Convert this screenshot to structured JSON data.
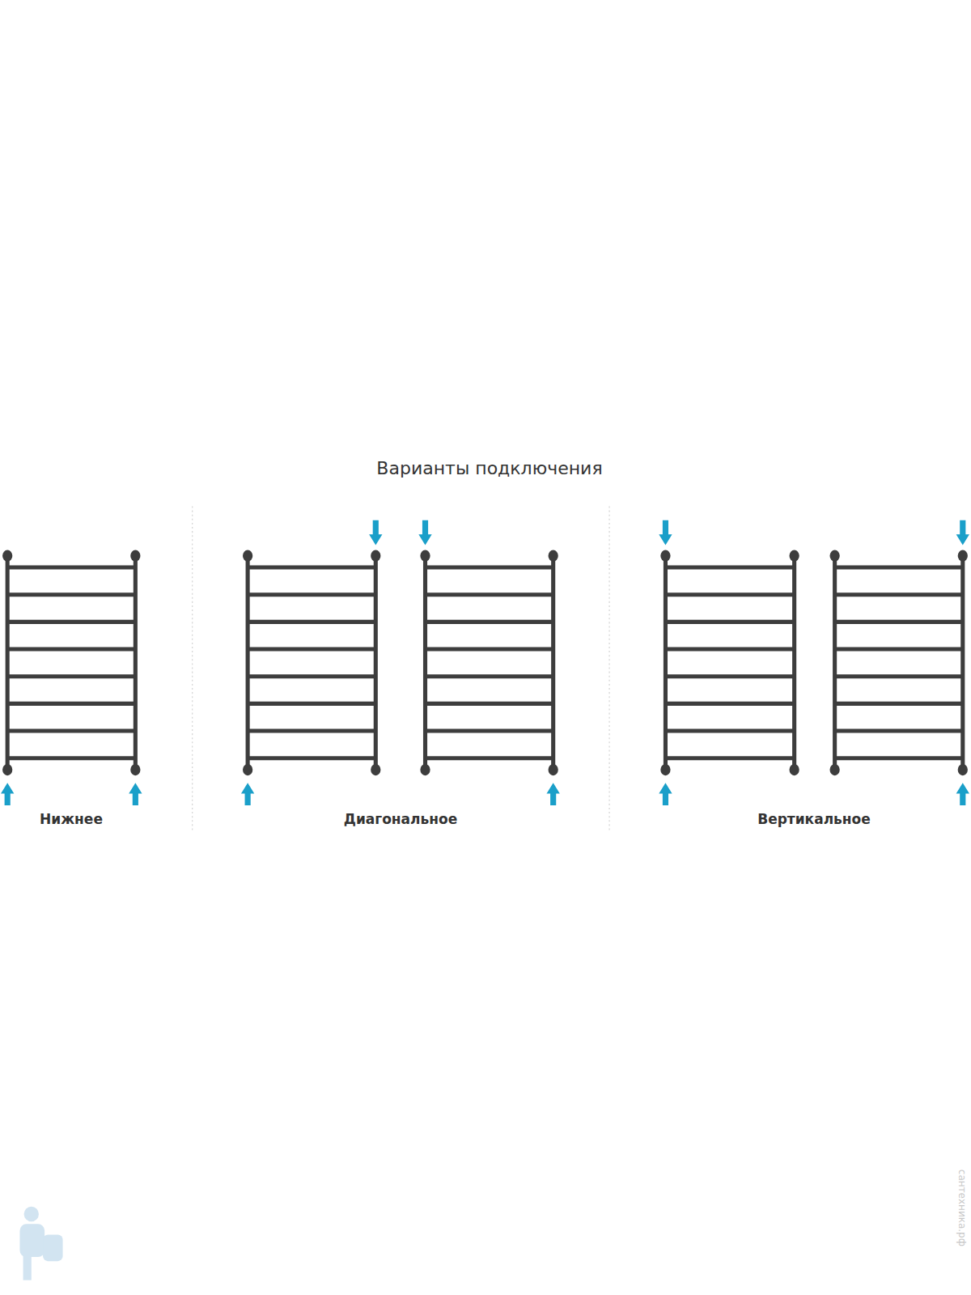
{
  "diagram": {
    "title": "Варианты подключения",
    "labels": [
      "Нижнее",
      "Диагональное",
      "Вертикальное",
      "сантехника.рф"
    ]
  }
}
